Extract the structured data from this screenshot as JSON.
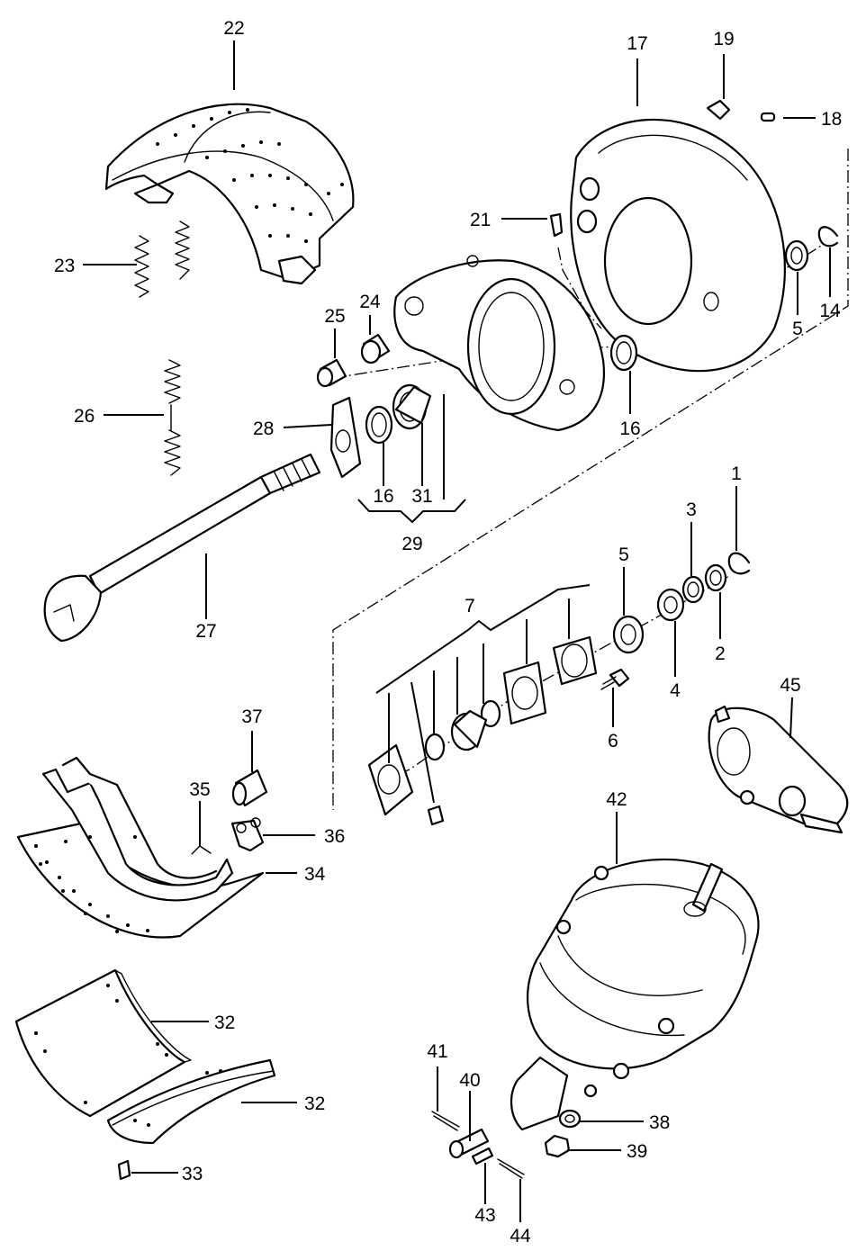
{
  "labels": {
    "p1": "1",
    "p2": "2",
    "p3": "3",
    "p4": "4",
    "p5a": "5",
    "p5b": "5",
    "p6": "6",
    "p7": "7",
    "p14": "14",
    "p16a": "16",
    "p16b": "16",
    "p17": "17",
    "p18": "18",
    "p19": "19",
    "p21": "21",
    "p22": "22",
    "p23": "23",
    "p24": "24",
    "p25": "25",
    "p26": "26",
    "p27": "27",
    "p28": "28",
    "p29": "29",
    "p31": "31",
    "p32a": "32",
    "p32b": "32",
    "p33": "33",
    "p34": "34",
    "p35": "35",
    "p36": "36",
    "p37": "37",
    "p38": "38",
    "p39": "39",
    "p40": "40",
    "p41": "41",
    "p42": "42",
    "p43": "43",
    "p44": "44",
    "p45": "45"
  }
}
